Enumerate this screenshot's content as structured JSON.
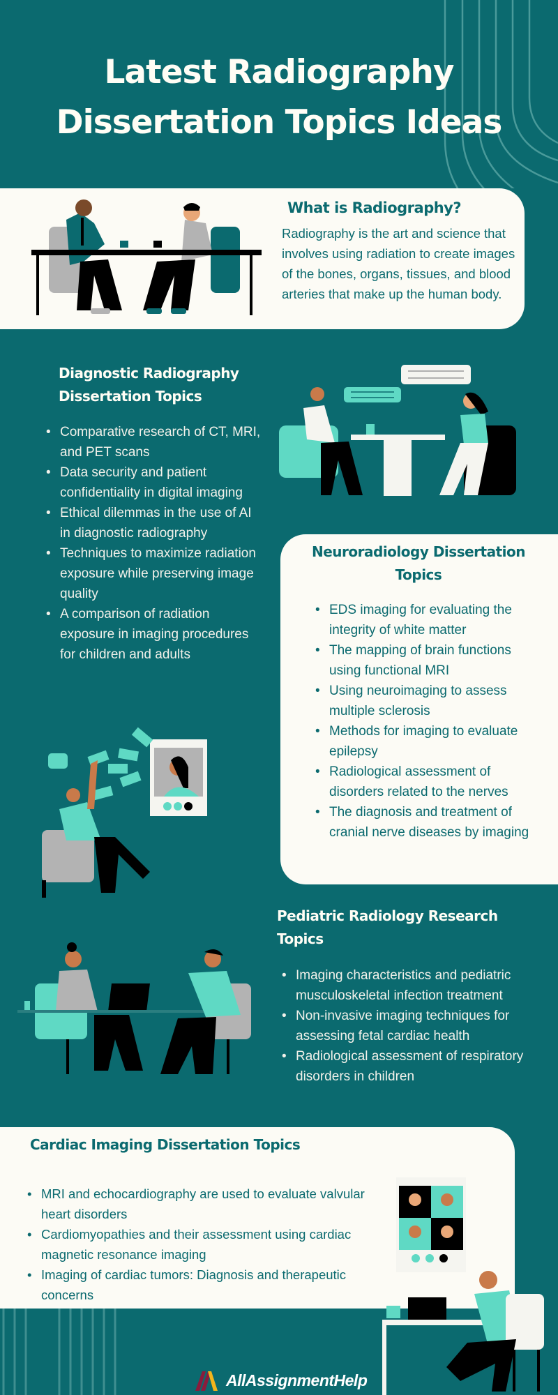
{
  "header": {
    "title_line1": "Latest Radiography",
    "title_line2": "Dissertation Topics Ideas"
  },
  "what_is": {
    "title": "What is Radiography?",
    "body": "Radiography is the art and science that involves using radiation to create images of the bones, organs, tissues, and blood arteries that make up the human body."
  },
  "diagnostic": {
    "title": "Diagnostic Radiography Dissertation Topics",
    "items": [
      "Comparative research of CT, MRI, and PET scans",
      "Data security and patient confidentiality in digital imaging",
      "Ethical dilemmas in the use of AI in diagnostic radiography",
      "Techniques to maximize radiation exposure while preserving image quality",
      "A comparison of radiation exposure in imaging procedures for children and adults"
    ]
  },
  "neuro": {
    "title": "Neuroradiology Dissertation Topics",
    "items": [
      "EDS imaging for evaluating the integrity of white matter",
      "The mapping of brain functions using functional MRI",
      "Using neuroimaging to assess multiple sclerosis",
      "Methods for imaging to evaluate epilepsy",
      "Radiological assessment of disorders related to the nerves",
      "The diagnosis and treatment of cranial nerve diseases by imaging"
    ]
  },
  "pediatric": {
    "title": "Pediatric Radiology Research Topics",
    "items": [
      "Imaging characteristics and pediatric musculoskeletal infection treatment",
      "Non-invasive imaging techniques for assessing fetal cardiac health",
      "Radiological assessment of respiratory disorders in children"
    ]
  },
  "cardiac": {
    "title": "Cardiac Imaging Dissertation Topics",
    "items": [
      "MRI and echocardiography are used to evaluate valvular heart disorders",
      "Cardiomyopathies and their assessment using cardiac magnetic resonance imaging",
      "Imaging of cardiac tumors: Diagnosis and therapeutic concerns"
    ]
  },
  "footer": {
    "brand": "AllAssignmentHelp"
  },
  "colors": {
    "background": "#0b6a6f",
    "panel": "#fcfbf5",
    "accent_mint": "#5fd9c4",
    "brand_red": "#8a1c3c",
    "brand_yellow": "#f2b51c"
  }
}
